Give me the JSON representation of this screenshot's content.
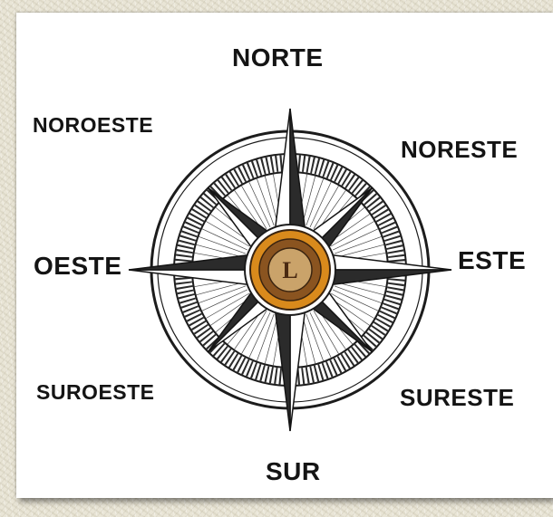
{
  "directions": {
    "north": "NORTE",
    "northwest": "NOROESTE",
    "northeast": "NORESTE",
    "west": "OESTE",
    "east": "ESTE",
    "southwest": "SUROESTE",
    "southeast": "SURESTE",
    "south": "SUR"
  },
  "center_emblem": {
    "letter": "L",
    "icon": "lions-emblem-icon"
  },
  "colors": {
    "ink": "#141414",
    "emblem_gold": "#d98a1c",
    "emblem_dark": "#4a2a12",
    "background": "#e9e5d6"
  }
}
